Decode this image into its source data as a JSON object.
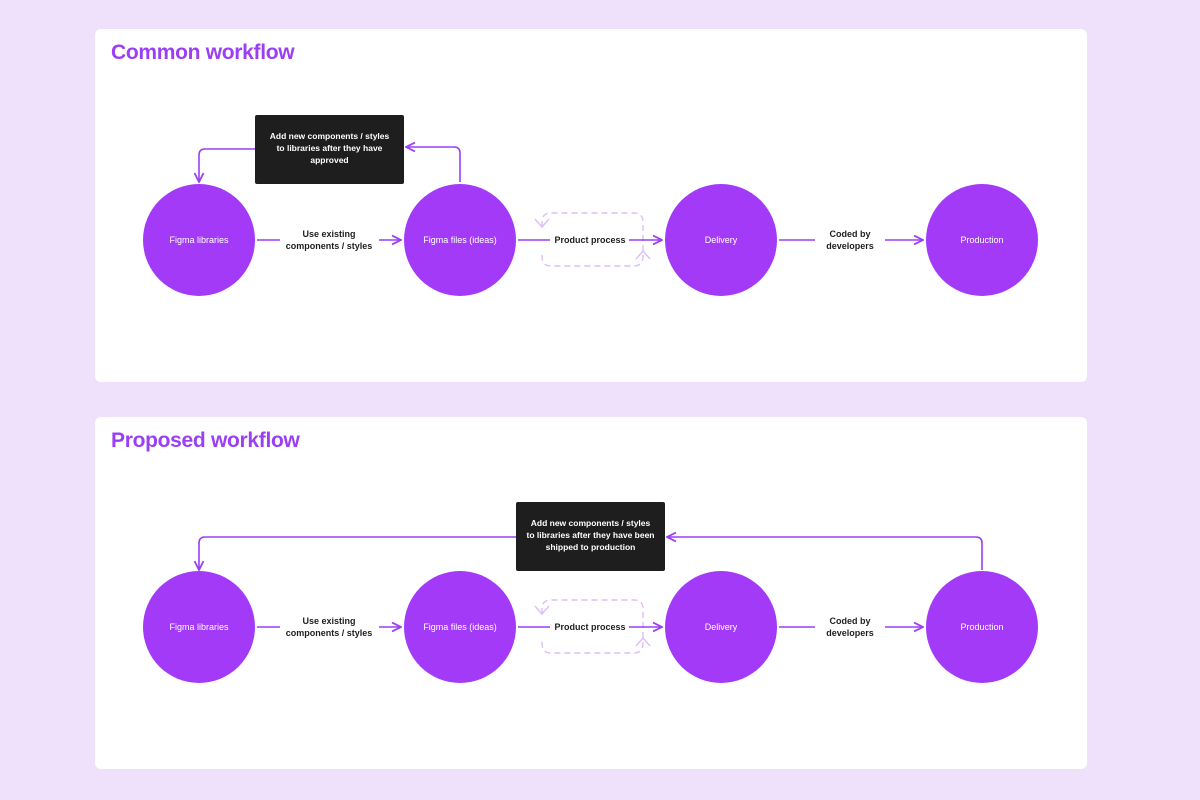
{
  "colors": {
    "page_background": "#EFE0FB",
    "panel_background": "#FFFFFF",
    "accent": "#9B3FF5",
    "node_fill": "#A23AF7",
    "note_background": "#1E1E1E",
    "dashed_loop": "#DDBEF8"
  },
  "workflows": [
    {
      "title": "Common workflow",
      "nodes": [
        "Figma libraries",
        "Figma files (ideas)",
        "Delivery",
        "Production"
      ],
      "edges": [
        [
          "Use existing",
          "components / styles"
        ],
        [
          "Product process"
        ],
        [
          "Coded by",
          "developers"
        ]
      ],
      "note": [
        "Add new components / styles",
        "to libraries after they have",
        "approved"
      ],
      "feedback": "from Figma files (ideas) back to Figma libraries"
    },
    {
      "title": "Proposed workflow",
      "nodes": [
        "Figma libraries",
        "Figma files (ideas)",
        "Delivery",
        "Production"
      ],
      "edges": [
        [
          "Use existing",
          "components / styles"
        ],
        [
          "Product process"
        ],
        [
          "Coded by",
          "developers"
        ]
      ],
      "note": [
        "Add new components / styles",
        "to libraries after they have been",
        "shipped to production"
      ],
      "feedback": "from Production back to Figma libraries"
    }
  ]
}
